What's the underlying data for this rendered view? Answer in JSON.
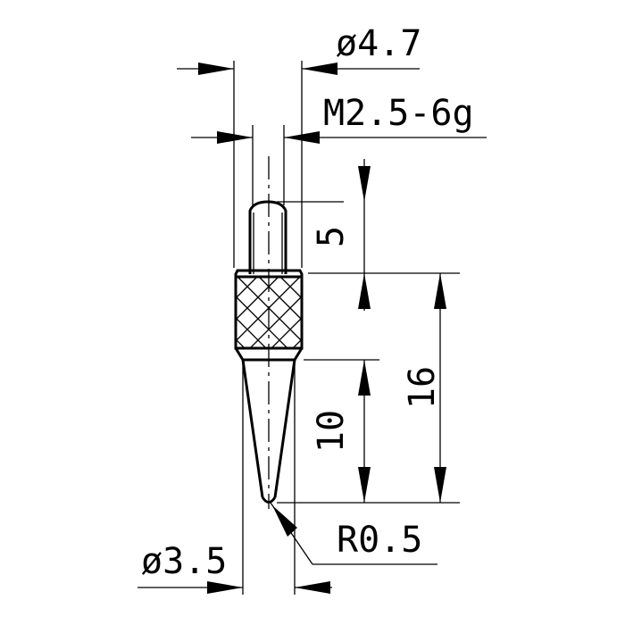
{
  "dimensions": {
    "top_diameter": "ø4.7",
    "thread": "M2.5-6g",
    "thread_length": "5",
    "overall_length": "16",
    "cone_length": "10",
    "tip_radius": "R0.5",
    "bottom_diameter": "ø3.5"
  },
  "colors": {
    "line": "#000000",
    "background": "#ffffff"
  }
}
